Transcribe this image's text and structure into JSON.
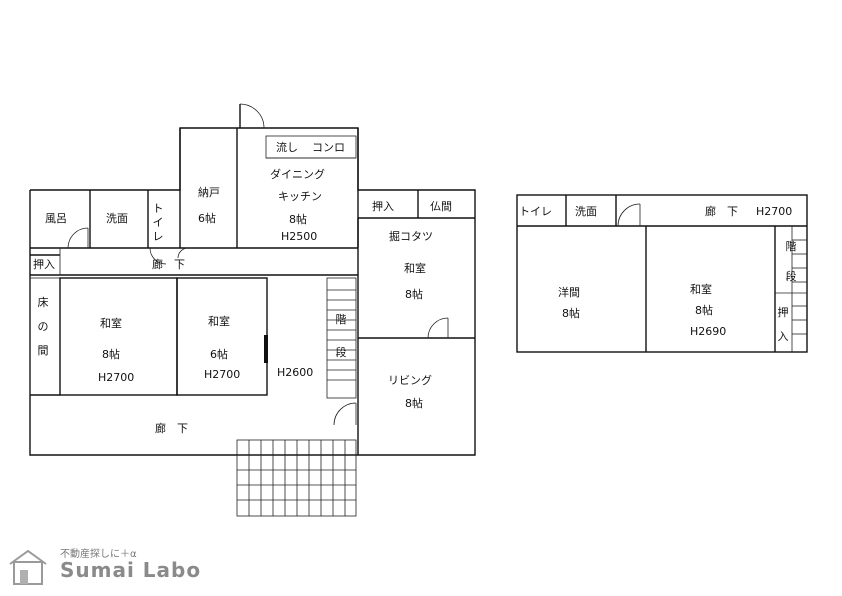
{
  "floor1": {
    "bath": "風呂",
    "washroom": "洗面",
    "toilet_v": "トイレ",
    "storage_name": "納戸",
    "storage_size": "6帖",
    "sink": "流し",
    "stove": "コンロ",
    "dining_name1": "ダイニング",
    "dining_name2": "キッチン",
    "dining_size": "8帖",
    "dining_height": "H2500",
    "closet1": "押入",
    "closet2": "押入",
    "butsuma": "仏間",
    "hallway_top": "廊　下",
    "tokonoma": "床の間",
    "washitsu1_name": "和室",
    "washitsu1_size": "8帖",
    "washitsu1_height": "H2700",
    "washitsu2_name": "和室",
    "washitsu2_size": "6帖",
    "washitsu2_height": "H2700",
    "stairs": "階段",
    "hall_height": "H2600",
    "kotatsu_name": "掘コタツ",
    "kotatsu_room": "和室",
    "kotatsu_size": "8帖",
    "living_name": "リビング",
    "living_size": "8帖",
    "hallway_bottom": "廊　下"
  },
  "floor2": {
    "toilet": "トイレ",
    "washroom": "洗面",
    "hallway": "廊　下",
    "hallway_height": "H2700",
    "youma_name": "洋間",
    "youma_size": "8帖",
    "washitsu_name": "和室",
    "washitsu_size": "8帖",
    "washitsu_height": "H2690",
    "stairs": "階段",
    "closet": "押入"
  },
  "logo": {
    "tagline": "不動産探しに＋α",
    "brand": "Sumai Labo"
  }
}
